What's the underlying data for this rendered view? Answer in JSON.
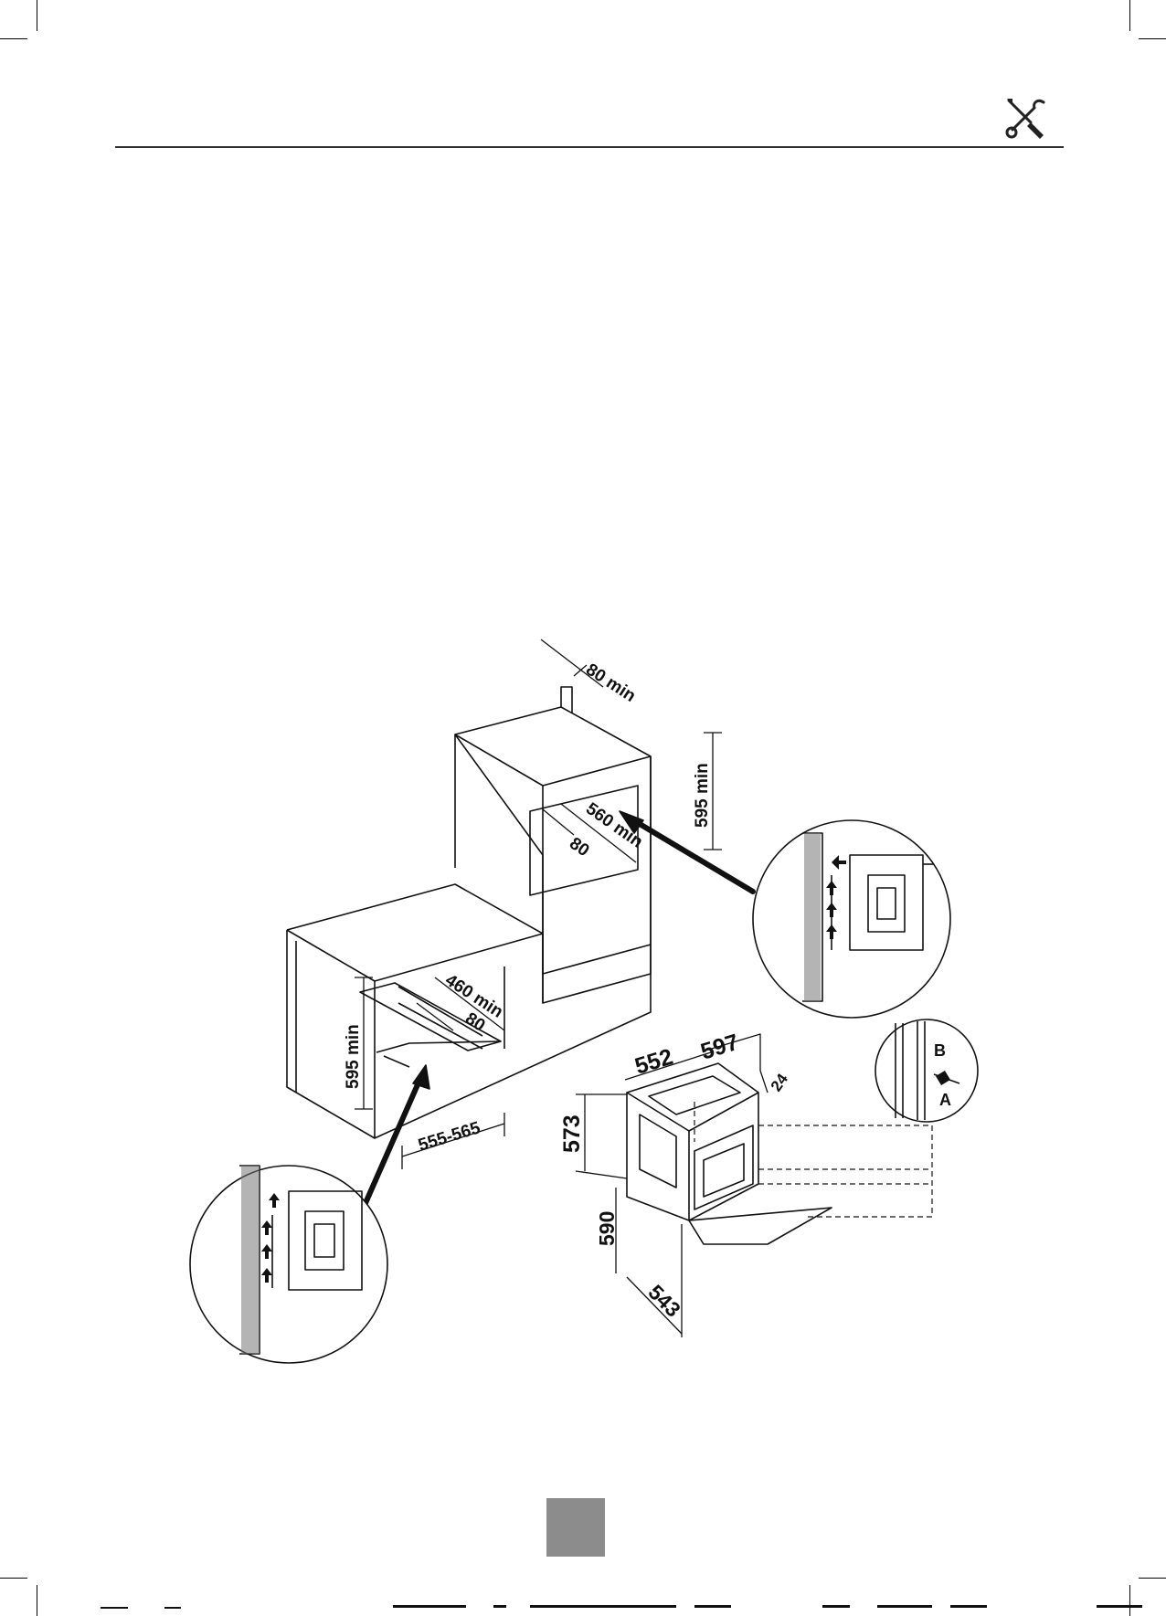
{
  "header": {
    "tools_icon": "screwdriver-wrench-icon"
  },
  "diagram": {
    "upper_cabinet": {
      "top_gap": "80 min",
      "height": "595 min",
      "width": "560 min",
      "rear_gap": "80"
    },
    "lower_cabinet": {
      "depth": "460 min",
      "rear_gap": "80",
      "height": "595 min",
      "width": "555-565"
    },
    "oven": {
      "depth": "552",
      "width": "597",
      "door_thickness": "24",
      "height": "573",
      "front_height": "590",
      "front_depth": "543"
    },
    "screw_detail": {
      "label_b": "B",
      "label_a": "A"
    }
  },
  "footer": {
    "page_marker_color": "#8c8c8c"
  }
}
